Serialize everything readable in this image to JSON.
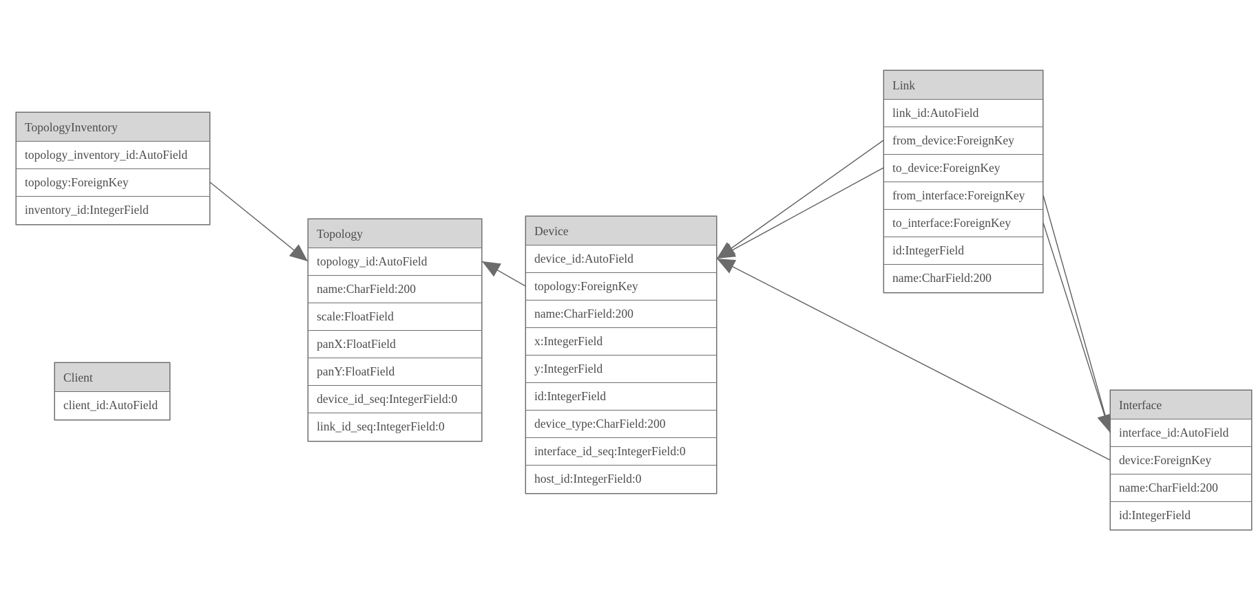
{
  "diagram": {
    "type": "entity-relationship-schema",
    "colors": {
      "background": "#ffffff",
      "header_fill": "#d6d6d6",
      "box_border": "#6f6f6f",
      "text": "#4c4c4c",
      "relation_line": "#5f5f5f",
      "arrowhead_fill": "#6b6b6b"
    },
    "entities": [
      {
        "name": "TopologyInventory",
        "fields": [
          "topology_inventory_id:AutoField",
          "topology:ForeignKey",
          "inventory_id:IntegerField"
        ]
      },
      {
        "name": "Topology",
        "fields": [
          "topology_id:AutoField",
          "name:CharField:200",
          "scale:FloatField",
          "panX:FloatField",
          "panY:FloatField",
          "device_id_seq:IntegerField:0",
          "link_id_seq:IntegerField:0"
        ]
      },
      {
        "name": "Client",
        "fields": [
          "client_id:AutoField"
        ]
      },
      {
        "name": "Device",
        "fields": [
          "device_id:AutoField",
          "topology:ForeignKey",
          "name:CharField:200",
          "x:IntegerField",
          "y:IntegerField",
          "id:IntegerField",
          "device_type:CharField:200",
          "interface_id_seq:IntegerField:0",
          "host_id:IntegerField:0"
        ]
      },
      {
        "name": "Link",
        "fields": [
          "link_id:AutoField",
          "from_device:ForeignKey",
          "to_device:ForeignKey",
          "from_interface:ForeignKey",
          "to_interface:ForeignKey",
          "id:IntegerField",
          "name:CharField:200"
        ]
      },
      {
        "name": "Interface",
        "fields": [
          "interface_id:AutoField",
          "device:ForeignKey",
          "name:CharField:200",
          "id:IntegerField"
        ]
      }
    ],
    "relations": [
      {
        "from_entity": "TopologyInventory",
        "from_field": "topology:ForeignKey",
        "to_entity": "Topology",
        "to_field": "topology_id:AutoField"
      },
      {
        "from_entity": "Device",
        "from_field": "topology:ForeignKey",
        "to_entity": "Topology",
        "to_field": "topology_id:AutoField"
      },
      {
        "from_entity": "Link",
        "from_field": "from_device:ForeignKey",
        "to_entity": "Device",
        "to_field": "device_id:AutoField"
      },
      {
        "from_entity": "Link",
        "from_field": "to_device:ForeignKey",
        "to_entity": "Device",
        "to_field": "device_id:AutoField"
      },
      {
        "from_entity": "Interface",
        "from_field": "device:ForeignKey",
        "to_entity": "Device",
        "to_field": "device_id:AutoField"
      },
      {
        "from_entity": "Link",
        "from_field": "from_interface:ForeignKey",
        "to_entity": "Interface",
        "to_field": "interface_id:AutoField"
      },
      {
        "from_entity": "Link",
        "from_field": "to_interface:ForeignKey",
        "to_entity": "Interface",
        "to_field": "interface_id:AutoField"
      }
    ]
  }
}
